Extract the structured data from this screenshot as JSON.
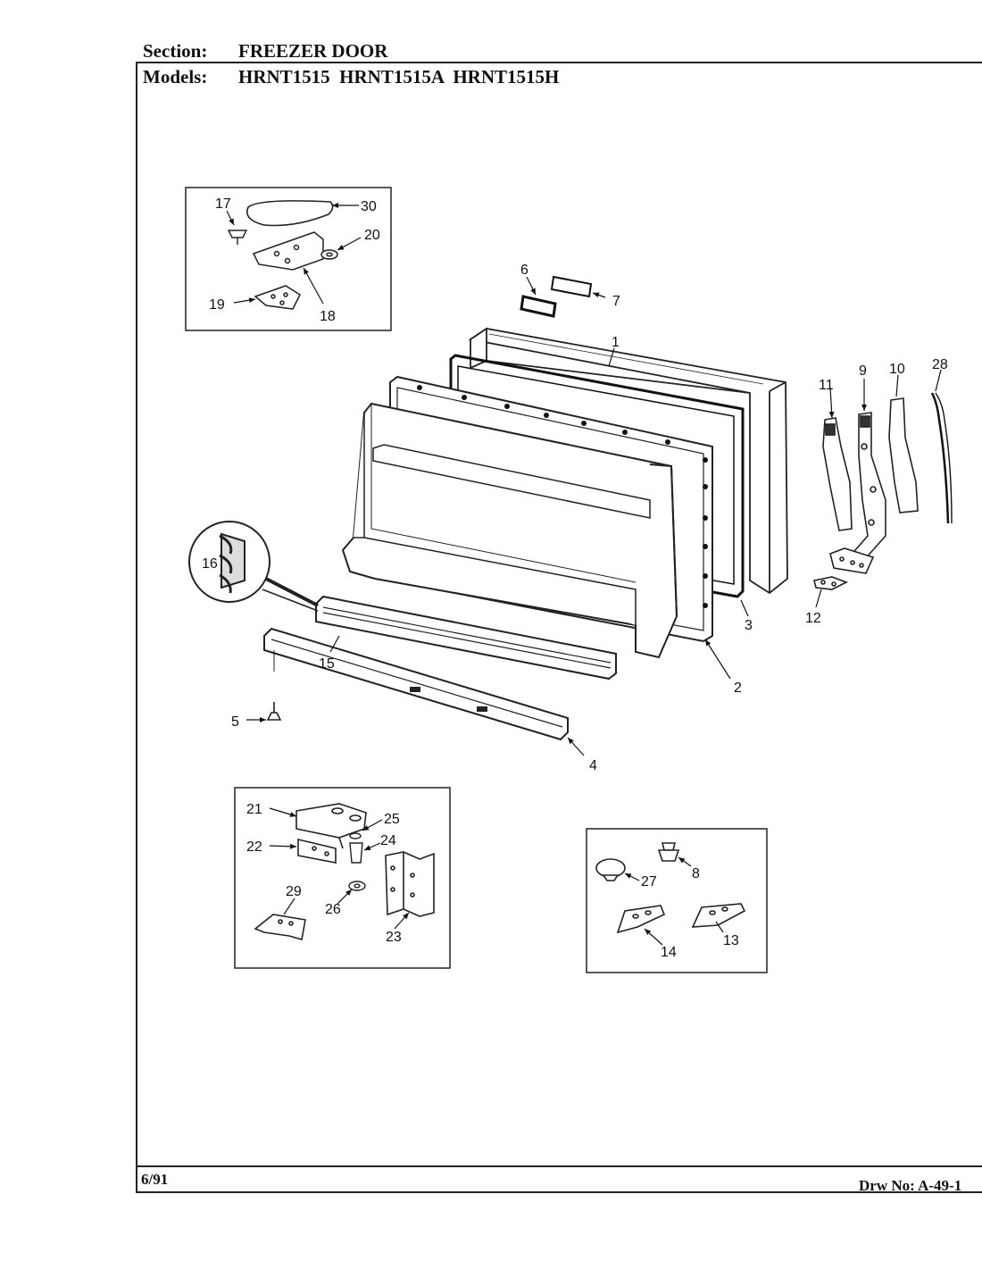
{
  "header": {
    "section_label": "Section:",
    "section_value": "FREEZER DOOR",
    "models_label": "Models:",
    "models_value": "HRNT1515  HRNT1515A  HRNT1515H"
  },
  "footer": {
    "date": "6/91",
    "drawing_number": "Drw No: A-49-1"
  },
  "callouts": {
    "p1": "1",
    "p2": "2",
    "p3": "3",
    "p4": "4",
    "p5": "5",
    "p6": "6",
    "p7": "7",
    "p8": "8",
    "p9": "9",
    "p10": "10",
    "p11": "11",
    "p12": "12",
    "p13": "13",
    "p14": "14",
    "p15": "15",
    "p16": "16",
    "p17": "17",
    "p18": "18",
    "p19": "19",
    "p20": "20",
    "p21": "21",
    "p22": "22",
    "p23": "23",
    "p24": "24",
    "p25": "25",
    "p26": "26",
    "p27": "27",
    "p28": "28",
    "p29": "29",
    "p30": "30"
  }
}
